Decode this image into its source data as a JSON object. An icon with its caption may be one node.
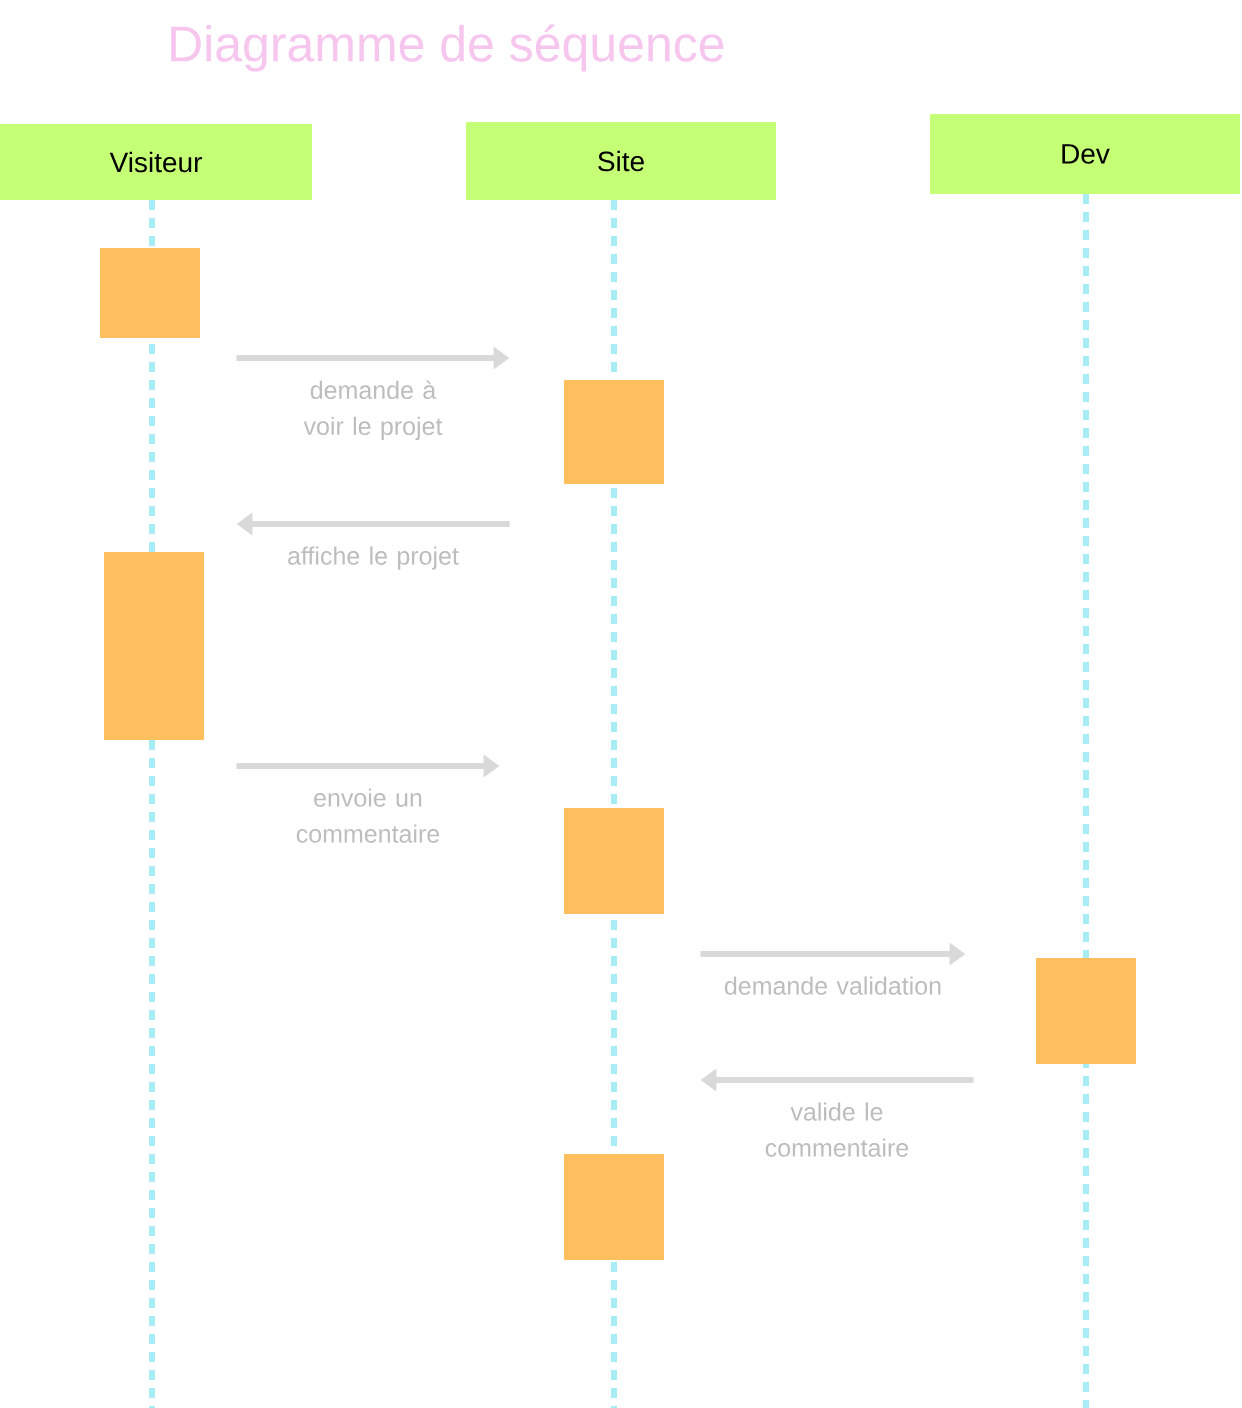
{
  "diagram": {
    "title": "Diagramme de séquence",
    "nodes": [
      {
        "text": [
          "Visiteur"
        ]
      },
      {
        "text": [
          "Site"
        ]
      },
      {
        "text": [
          "Dev"
        ]
      },
      {
        "text": [],
        "shape": "box"
      },
      {
        "text": [],
        "shape": "box"
      },
      {
        "text": [],
        "shape": "box"
      },
      {
        "text": [],
        "shape": "box"
      },
      {
        "text": [],
        "shape": "box"
      },
      {
        "text": [],
        "shape": "box"
      }
    ],
    "edges": [
      {
        "from": 3,
        "to": 4,
        "arrow": "to",
        "label": "demande à voir le projet"
      },
      {
        "from": 4,
        "to": 5,
        "arrow": "to",
        "label": "affiche le projet"
      },
      {
        "from": 5,
        "to": 6,
        "arrow": "to",
        "label": "envoie un commentaire"
      },
      {
        "from": 6,
        "to": 7,
        "arrow": "to",
        "label": "demande validation"
      },
      {
        "from": 7,
        "to": 8,
        "arrow": "to",
        "label": "valide le commentaire"
      }
    ]
  }
}
